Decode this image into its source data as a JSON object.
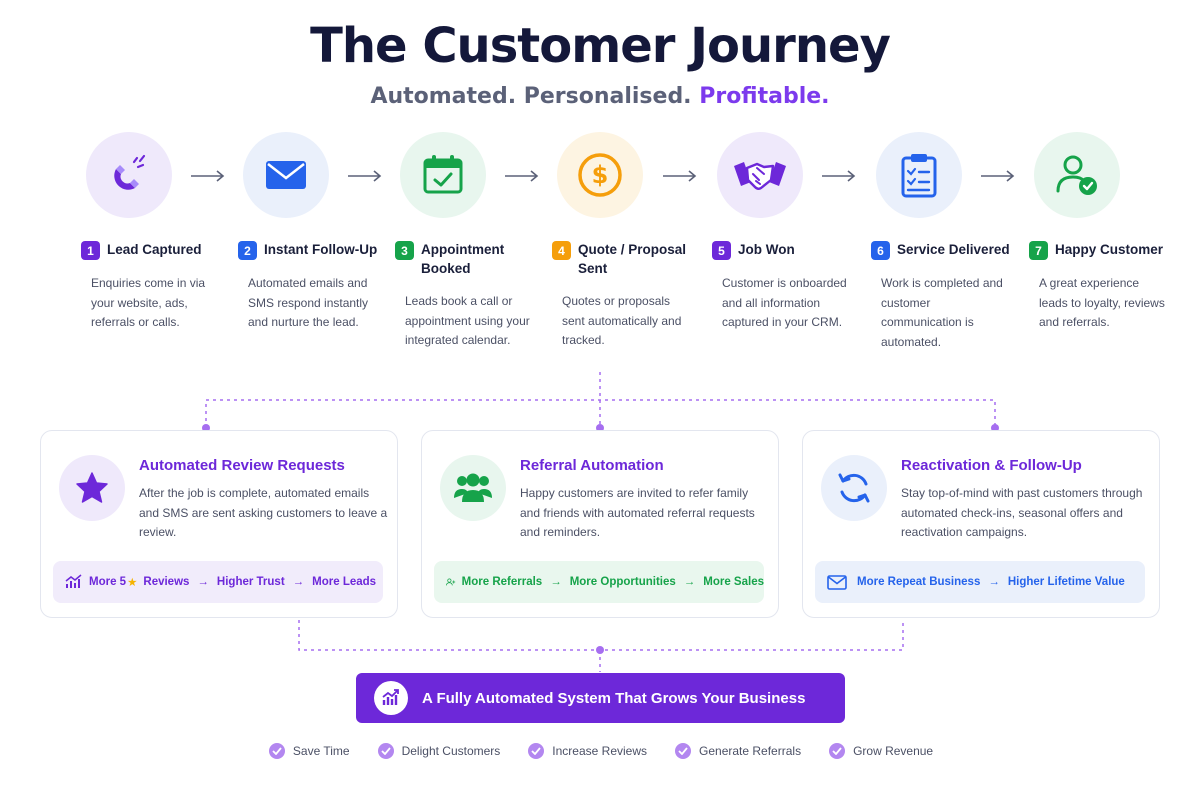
{
  "header": {
    "title": "The Customer Journey",
    "subtitle_plain": "Automated. Personalised.",
    "subtitle_highlight": "Profitable."
  },
  "steps": [
    {
      "num": "1",
      "title": "Lead Captured",
      "desc": "Enquiries come in via your website, ads, referrals or calls.",
      "icon": "magnet-icon",
      "color": "#6d28d9",
      "bg": "#efe9fb"
    },
    {
      "num": "2",
      "title": "Instant Follow-Up",
      "desc": "Automated emails and SMS respond instantly and nurture the lead.",
      "icon": "envelope-icon",
      "color": "#2563eb",
      "bg": "#eaf0fb"
    },
    {
      "num": "3",
      "title": "Appointment Booked",
      "desc": "Leads book a call or appointment using your integrated calendar.",
      "icon": "calendar-check-icon",
      "color": "#16a34a",
      "bg": "#e8f6ee"
    },
    {
      "num": "4",
      "title": "Quote / Proposal Sent",
      "desc": "Quotes or proposals sent automatically and tracked.",
      "icon": "dollar-coin-icon",
      "color": "#f59e0b",
      "bg": "#fdf4e2"
    },
    {
      "num": "5",
      "title": "Job Won",
      "desc": "Customer is onboarded and all information captured in your CRM.",
      "icon": "handshake-icon",
      "color": "#6d28d9",
      "bg": "#efe9fb"
    },
    {
      "num": "6",
      "title": "Service Delivered",
      "desc": "Work is completed and customer communication is automated.",
      "icon": "clipboard-checklist-icon",
      "color": "#2563eb",
      "bg": "#eaf0fb"
    },
    {
      "num": "7",
      "title": "Happy Customer",
      "desc": "A great experience leads to loyalty, reviews and referrals.",
      "icon": "user-check-icon",
      "color": "#16a34a",
      "bg": "#e8f6ee"
    }
  ],
  "cards": [
    {
      "title": "Automated Review Requests",
      "desc": "After the job is complete, automated emails and SMS are sent asking customers to leave a review.",
      "icon": "star-icon",
      "accent": "#6d28d9",
      "icon_bg": "#efe9fb",
      "bar_bg": "#f1ecfb",
      "bar": {
        "icon": "chart-trend-icon",
        "items": [
          "More 5",
          "Reviews",
          "Higher Trust",
          "More Leads"
        ]
      }
    },
    {
      "title": "Referral Automation",
      "desc": "Happy customers are invited to refer family and friends with automated referral requests and reminders.",
      "icon": "users-group-icon",
      "accent": "#6d28d9",
      "icon_bg": "#e8f6ee",
      "bar_bg": "#e9f7ee",
      "bar": {
        "icon": "user-plus-icon",
        "items": [
          "More Referrals",
          "More Opportunities",
          "More Sales"
        ]
      }
    },
    {
      "title": "Reactivation & Follow-Up",
      "desc": "Stay top-of-mind with past customers through automated check-ins, seasonal offers and reactivation campaigns.",
      "icon": "refresh-icon",
      "accent": "#6d28d9",
      "icon_bg": "#eaf0fb",
      "bar_bg": "#eaf0fb",
      "bar": {
        "icon": "envelope-icon",
        "items": [
          "More Repeat Business",
          "Higher Lifetime Value"
        ]
      }
    }
  ],
  "banner": {
    "text": "A Fully Automated System That Grows Your Business",
    "icon": "chart-growth-icon"
  },
  "benefits": [
    "Save Time",
    "Delight Customers",
    "Increase Reviews",
    "Generate Referrals",
    "Grow Revenue"
  ],
  "colors": {
    "purple": "#6d28d9",
    "blue": "#2563eb",
    "green": "#16a34a",
    "amber": "#f59e0b",
    "connector": "#a66ef0"
  }
}
